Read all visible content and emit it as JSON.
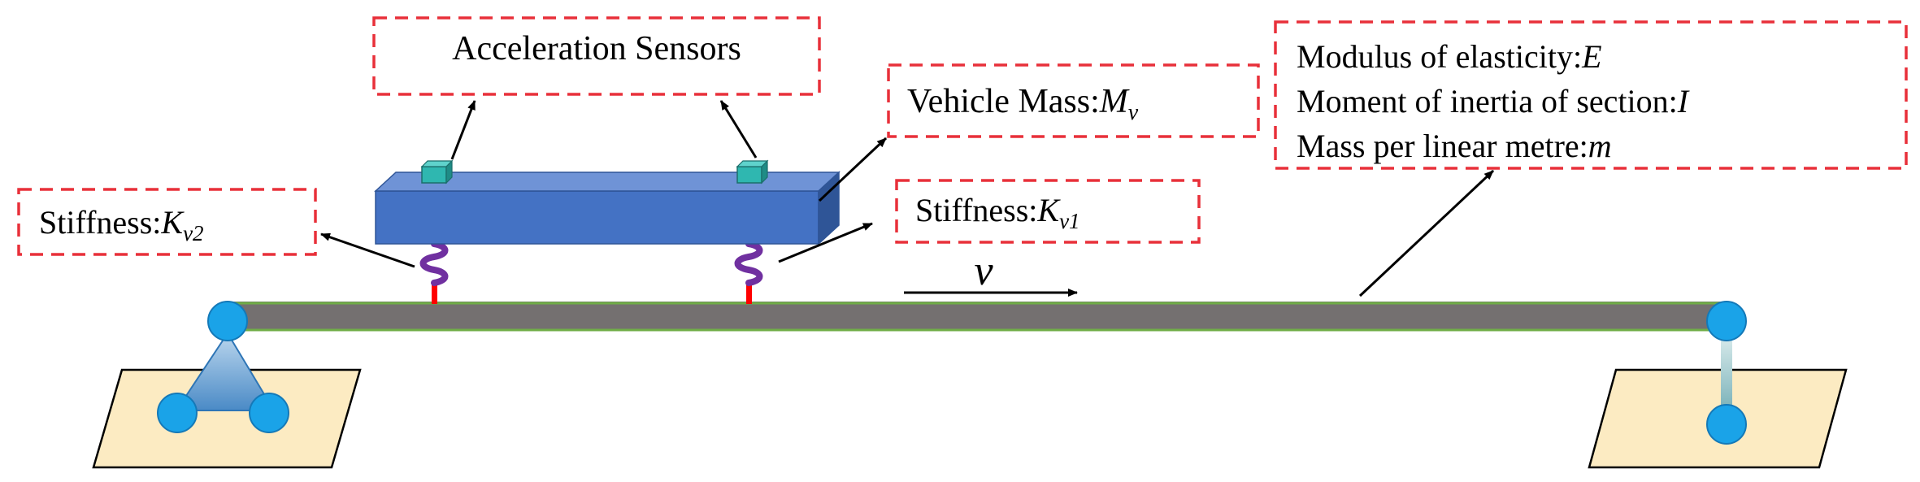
{
  "labels": {
    "acceleration_sensors": "Acceleration Sensors",
    "stiffness_kv2": {
      "prefix": "Stiffness:",
      "symbol": "K",
      "subscript": "v2"
    },
    "stiffness_kv1": {
      "prefix": "Stiffness:",
      "symbol": "K",
      "subscript": "v1"
    },
    "vehicle_mass": {
      "prefix": "Vehicle Mass:",
      "symbol": "M",
      "subscript": "v"
    },
    "velocity": "v",
    "beam_properties": [
      {
        "prefix": "Modulus of elasticity:",
        "symbol": "E"
      },
      {
        "prefix": "Moment of inertia of section:",
        "symbol": "I"
      },
      {
        "prefix": "Mass per linear metre:",
        "symbol": "m"
      }
    ]
  },
  "colors": {
    "label_border": "#e8303a",
    "vehicle_body": "#4472c4",
    "vehicle_top": "#6f93d6",
    "vehicle_side": "#2f5597",
    "sensor": "#2fb7b0",
    "spring": "#7030a0",
    "strut": "#ff0000",
    "beam": "#747070",
    "beam_edge": "#70ad47",
    "node": "#1aa3e8",
    "support_triangle": "#5b9bd5",
    "ground": "#fcebc2",
    "arrow": "#000000"
  }
}
